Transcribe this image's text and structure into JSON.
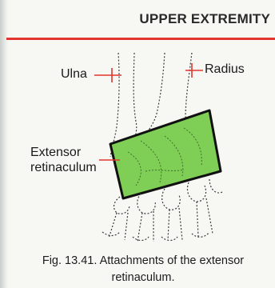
{
  "header": {
    "section_title": "UPPER EXTREMITY"
  },
  "figure": {
    "labels": {
      "ulna": "Ulna",
      "radius": "Radius",
      "extensor_line1": "Extensor",
      "extensor_line2": "retinaculum"
    },
    "colors": {
      "retinaculum_fill": "#7fce55",
      "retinaculum_outline": "#111111",
      "pointer_lines": "#e3342f",
      "header_rule": "#e3342f",
      "bone_outline": "#3a3a3a"
    }
  },
  "caption": {
    "line1": "Fig. 13.41. Attachments of the extensor",
    "line2": "retinaculum."
  }
}
